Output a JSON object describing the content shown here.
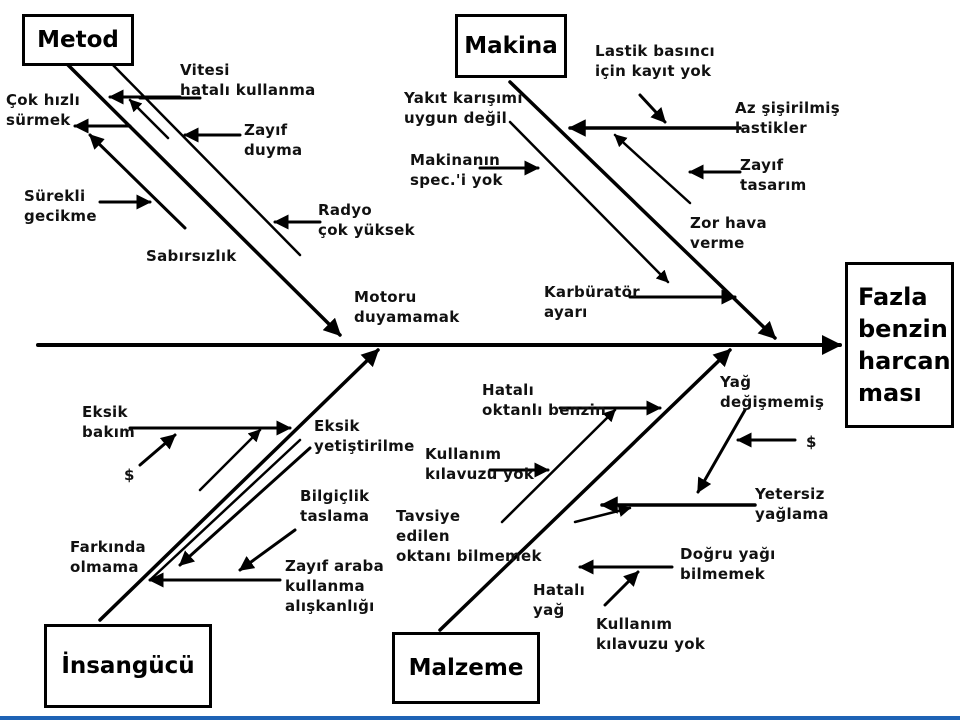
{
  "effect": "Fazla\nbenzin\nharcan\nması",
  "categories": {
    "metod": "Metod",
    "makina": "Makina",
    "insangucu": "İnsangücü",
    "malzeme": "Malzeme"
  },
  "causes": {
    "vitesi": "Vitesi\nhatalı kullanma",
    "cok_hizli": "Çok hızlı\nsürmek",
    "zayif_duyma": "Zayıf\nduyma",
    "surekli": "Sürekli\ngecikme",
    "radyo": "Radyo\nçok yüksek",
    "sabirsizlik": "Sabırsızlık",
    "motoru": "Motoru\nduyamamak",
    "lastik": "Lastik basıncı\niçin kayıt yok",
    "yakit": "Yakıt karışımı\nuygun değil",
    "az_sisirilmis": "Az şişirilmiş\nlastikler",
    "makinanin": "Makinanın\nspec.'i yok",
    "zayif_tasarim": "Zayıf\ntasarım",
    "zor_hava": "Zor hava\nverme",
    "karburator": "Karbüratör\nayarı",
    "eksik_bakim": "Eksik\nbakım",
    "eksik_yetistirme": "Eksik\nyetiştirilme",
    "dollar1": "$",
    "bilgiclik": "Bilgiçlik\ntaslama",
    "farkinda": "Farkında\nolmama",
    "zayif_araba": "Zayıf araba\nkullanma\nalışkanlığı",
    "hatali_oktan": "Hatalı\noktanlı benzin",
    "yag_degismemis": "Yağ\ndeğişmemiş",
    "kullanim1": "Kullanım\nkılavuzu yok",
    "dollar2": "$",
    "tavsiye": "Tavsiye\nedilen\noktanı bilmemek",
    "yetersiz": "Yetersiz\nyağlama",
    "dogru_yagi": "Doğru yağı\nbilmemek",
    "hatali_yag": "Hatalı\nyağ",
    "kullanim2": "Kullanım\nkılavuzu yok"
  },
  "colors": {
    "line": "#000000",
    "accent_bar": "#1e63b5"
  }
}
